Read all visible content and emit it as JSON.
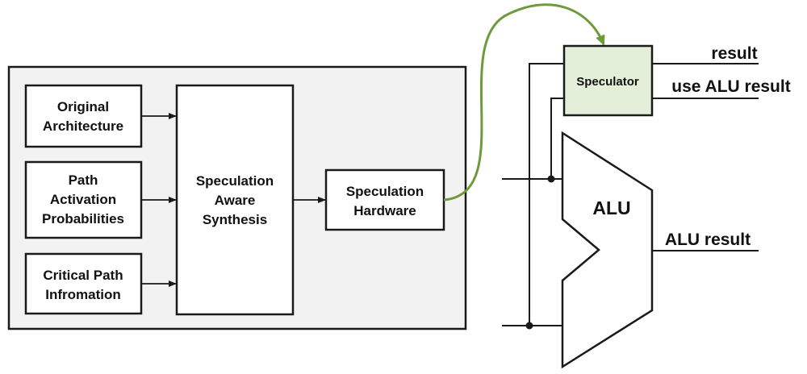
{
  "colors": {
    "panel_fill": "#f2f2f2",
    "box_fill": "#ffffff",
    "stroke": "#1a1a1a",
    "speculator_fill": "#e3efd8",
    "green_arrow": "#6e9a3c"
  },
  "flow": {
    "original_architecture": [
      "Original",
      "Architecture"
    ],
    "path_activation_probabilities": [
      "Path",
      "Activation",
      "Probabilities"
    ],
    "critical_path_information": [
      "Critical Path",
      "Infromation"
    ],
    "speculation_aware_synthesis": [
      "Speculation",
      "Aware",
      "Synthesis"
    ],
    "speculation_hardware": [
      "Speculation",
      "Hardware"
    ]
  },
  "circuit": {
    "speculator": "Speculator",
    "alu": "ALU",
    "result": "result",
    "use_alu_result": "use ALU result",
    "alu_result": "ALU result"
  }
}
